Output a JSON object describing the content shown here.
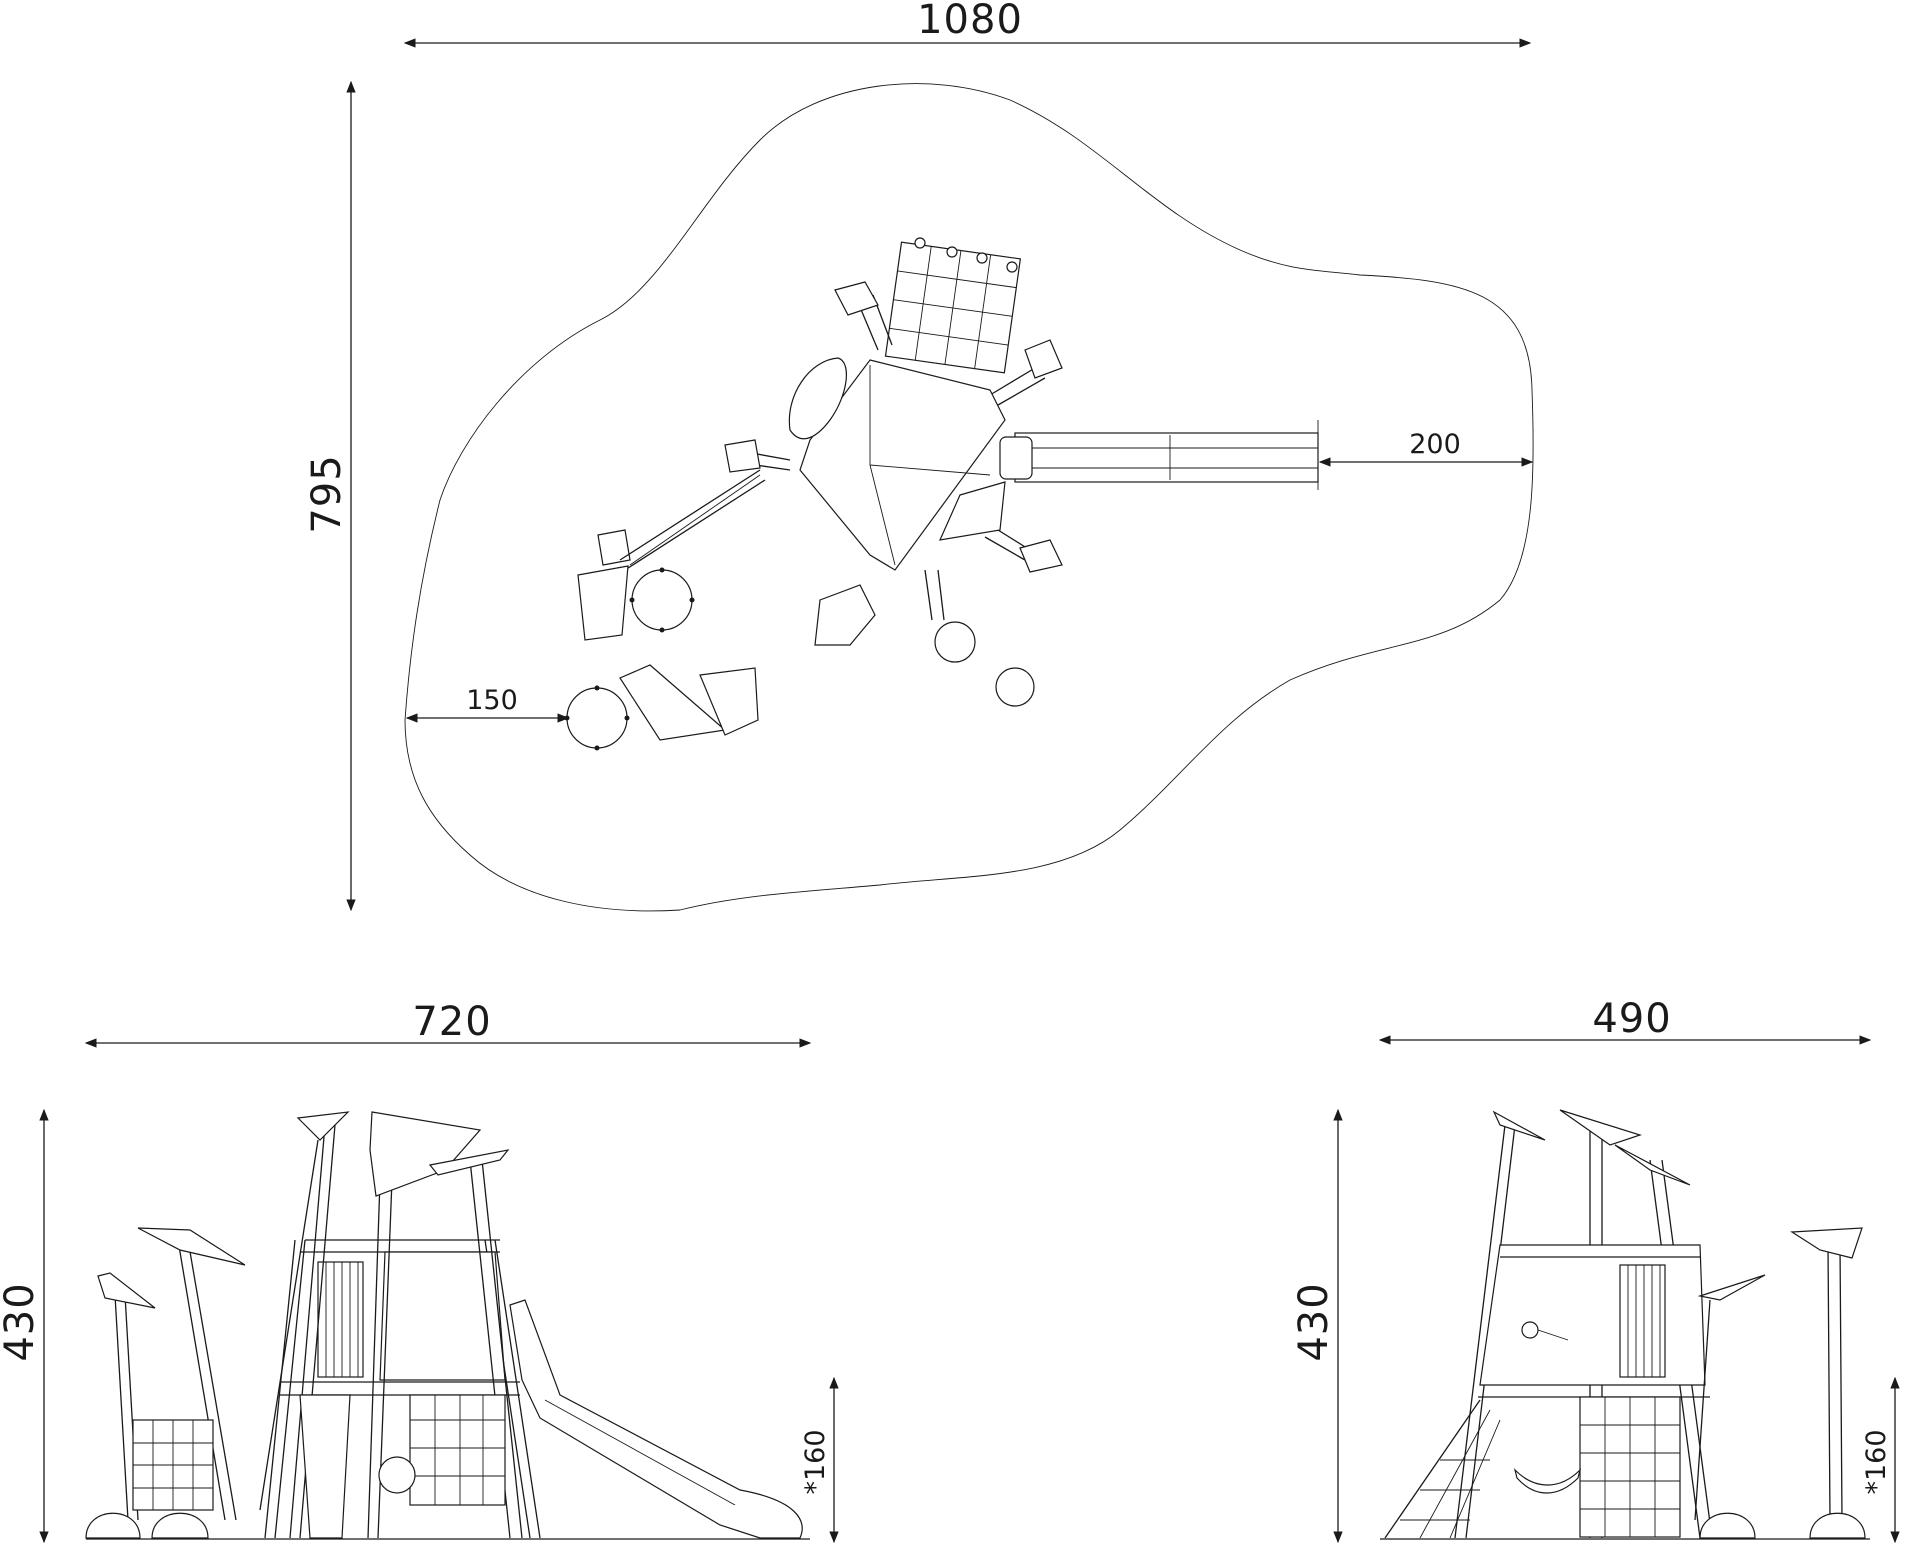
{
  "plan": {
    "width_label": "1080",
    "height_label": "795",
    "slide_clearance_label": "200",
    "left_clearance_label": "150"
  },
  "front_elevation": {
    "width_label": "720",
    "height_label": "430",
    "platform_height_label": "*160"
  },
  "side_elevation": {
    "width_label": "490",
    "height_label": "430",
    "platform_height_label": "*160"
  },
  "colors": {
    "line": "#1a1a1a",
    "background": "#ffffff"
  }
}
